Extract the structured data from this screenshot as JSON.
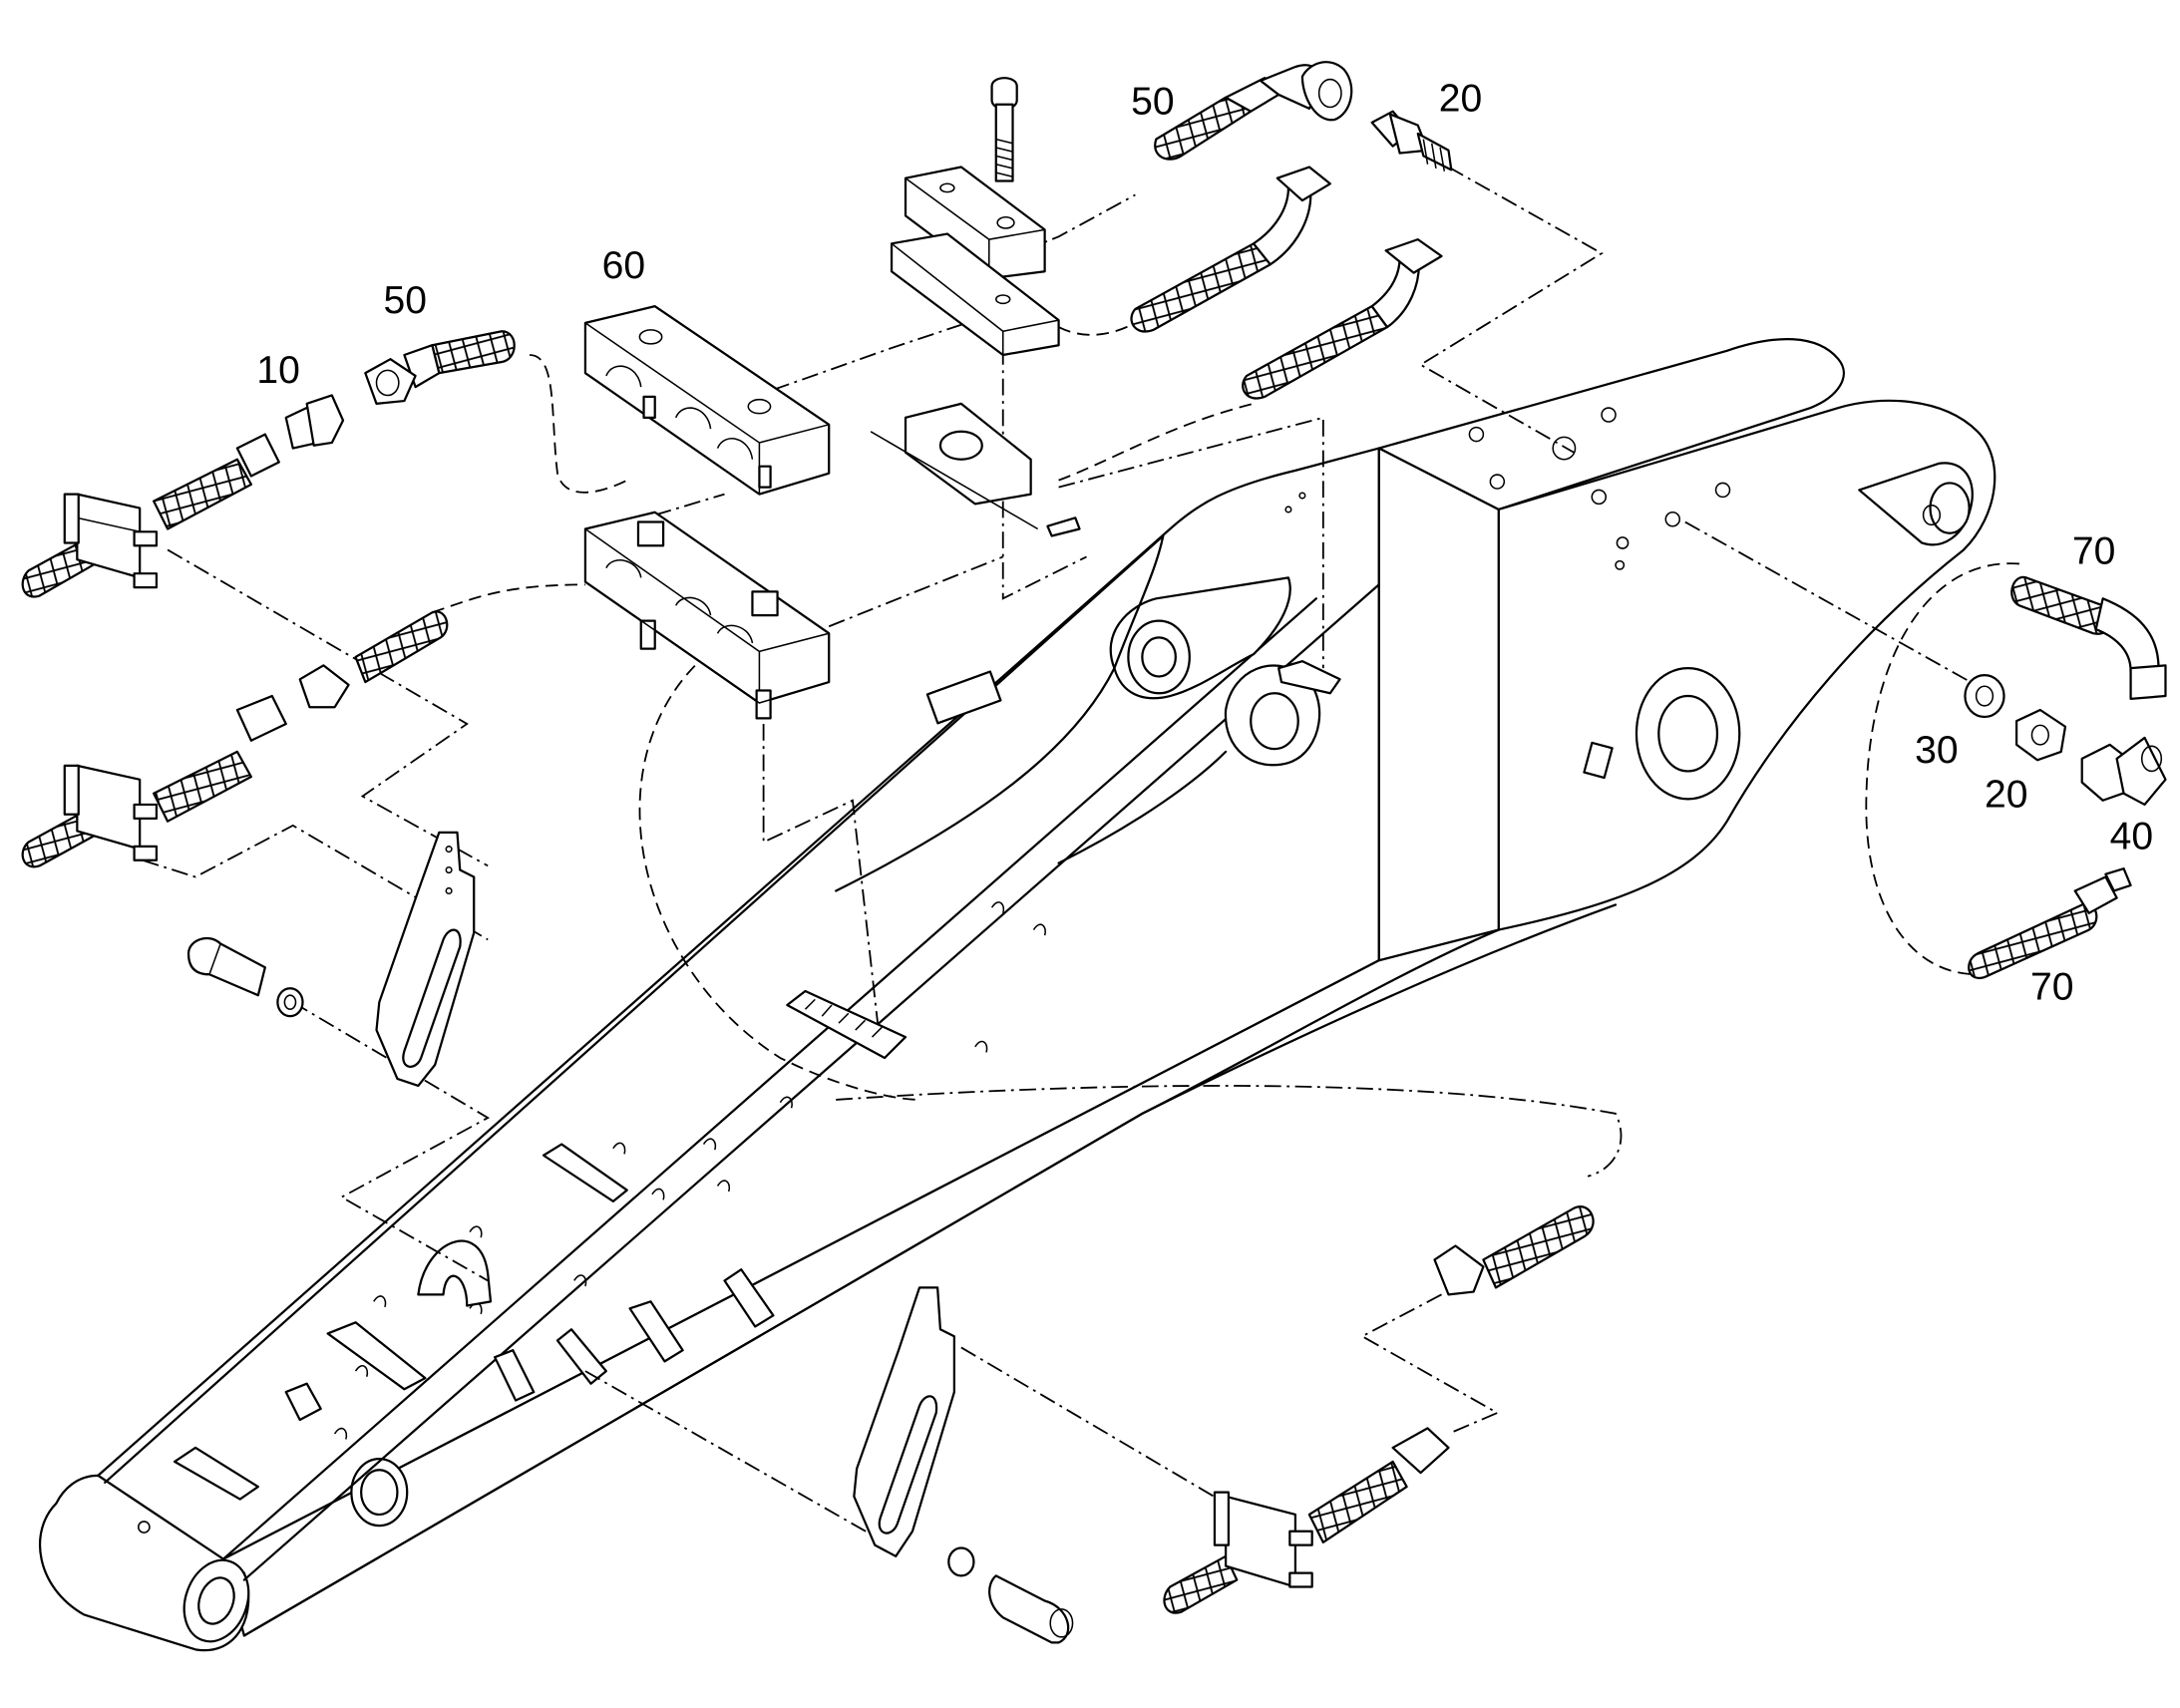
{
  "labels": {
    "top_hose": "50",
    "top_fitting": "20",
    "clamp_block": "60",
    "left_hose": "50",
    "left_fitting": "10",
    "right_hose_upper": "70",
    "right_washer": "30",
    "right_nut": "20",
    "right_elbow": "40",
    "right_hose_lower": "70"
  }
}
